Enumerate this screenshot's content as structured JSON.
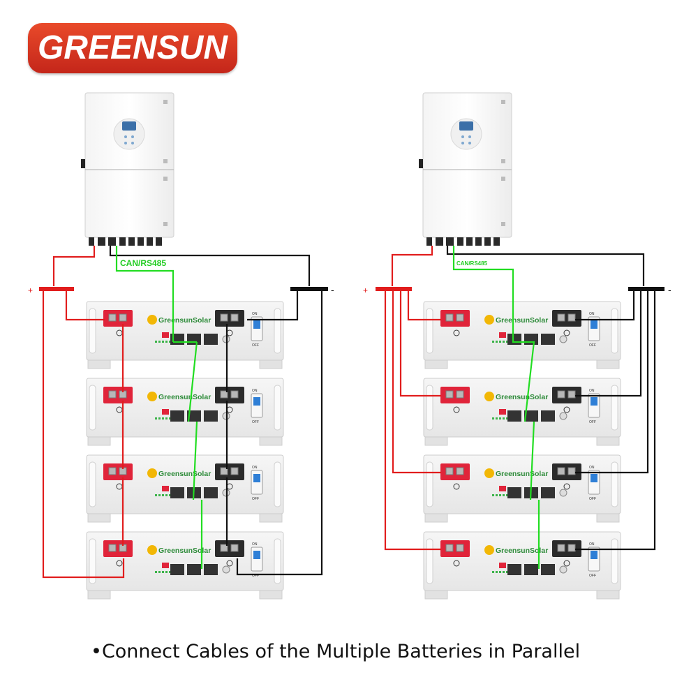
{
  "brand": {
    "logo_text": "GREENSUN",
    "logo_color": "#d6331f"
  },
  "caption": {
    "bullet": "•",
    "text": "Connect Cables of the Multiple Batteries in Parallel"
  },
  "colors": {
    "positive_cable": "#e11d1d",
    "negative_cable": "#111111",
    "comm_cable": "#22dd22",
    "module_body": "#eeeeee",
    "red_terminal": "#e0243a",
    "black_terminal": "#2b2b2b",
    "breaker_blue": "#2f7fd6"
  },
  "left_system": {
    "comm_label": "CAN/RS485",
    "positive_label": "+",
    "negative_label": "-",
    "module_brand": "GreensunSolar",
    "breaker_on": "ON",
    "breaker_off": "OFF",
    "modules": 4
  },
  "right_system": {
    "comm_label": "CAN/RS485",
    "positive_label": "+",
    "negative_label": "-",
    "module_brand": "GreensunSolar",
    "breaker_on": "ON",
    "breaker_off": "OFF",
    "modules": 4
  }
}
